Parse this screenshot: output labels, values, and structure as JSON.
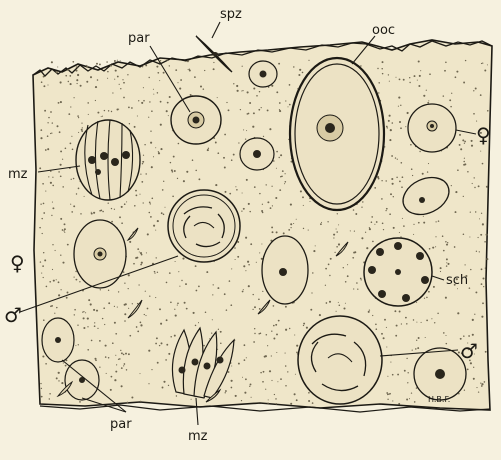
{
  "labels": {
    "spz": "spz",
    "par_top": "par",
    "ooc": "ooc",
    "mz_left": "mz",
    "female_right": "♀",
    "female_left": "♀",
    "sch": "sch",
    "male_left": "♂",
    "male_right": "♂",
    "par_bottom": "par",
    "mz_bottom": "mz",
    "signature": "H.B.F."
  },
  "colors": {
    "paper": "#f6f1df",
    "ink": "#1c1a14",
    "cell_fill": "#ece2c4",
    "stipple": "#6e6650"
  }
}
